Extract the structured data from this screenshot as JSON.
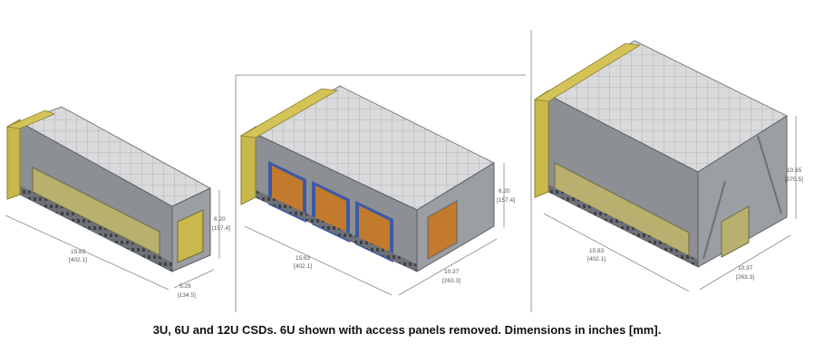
{
  "caption": "3U, 6U and 12U CSDs. 6U shown with access panels removed. Dimensions in inches [mm].",
  "figures": [
    {
      "name": "3U",
      "dimensions": [
        {
          "inches": "15.83",
          "mm": "[402.1]"
        },
        {
          "inches": "6.20",
          "mm": "[157.4]"
        },
        {
          "inches": "5.29",
          "mm": "[134.5]"
        }
      ]
    },
    {
      "name": "6U",
      "dimensions": [
        {
          "inches": "15.83",
          "mm": "[402.1]"
        },
        {
          "inches": "6.20",
          "mm": "[157.4]"
        },
        {
          "inches": "10.37",
          "mm": "[263.3]"
        }
      ]
    },
    {
      "name": "12U",
      "dimensions": [
        {
          "inches": "15.83",
          "mm": "[402.1]"
        },
        {
          "inches": "10.65",
          "mm": "[270.5]"
        },
        {
          "inches": "10.37",
          "mm": "[263.3]"
        }
      ]
    }
  ],
  "colors": {
    "lid": "#d9dadc",
    "body": "#8c8f94",
    "end_plate": "#c9b84c",
    "panel_tan": "#b9b070",
    "panel_orange": "#c27a2c",
    "frame_blue": "#3d59a6",
    "dimension_line": "#888888"
  }
}
